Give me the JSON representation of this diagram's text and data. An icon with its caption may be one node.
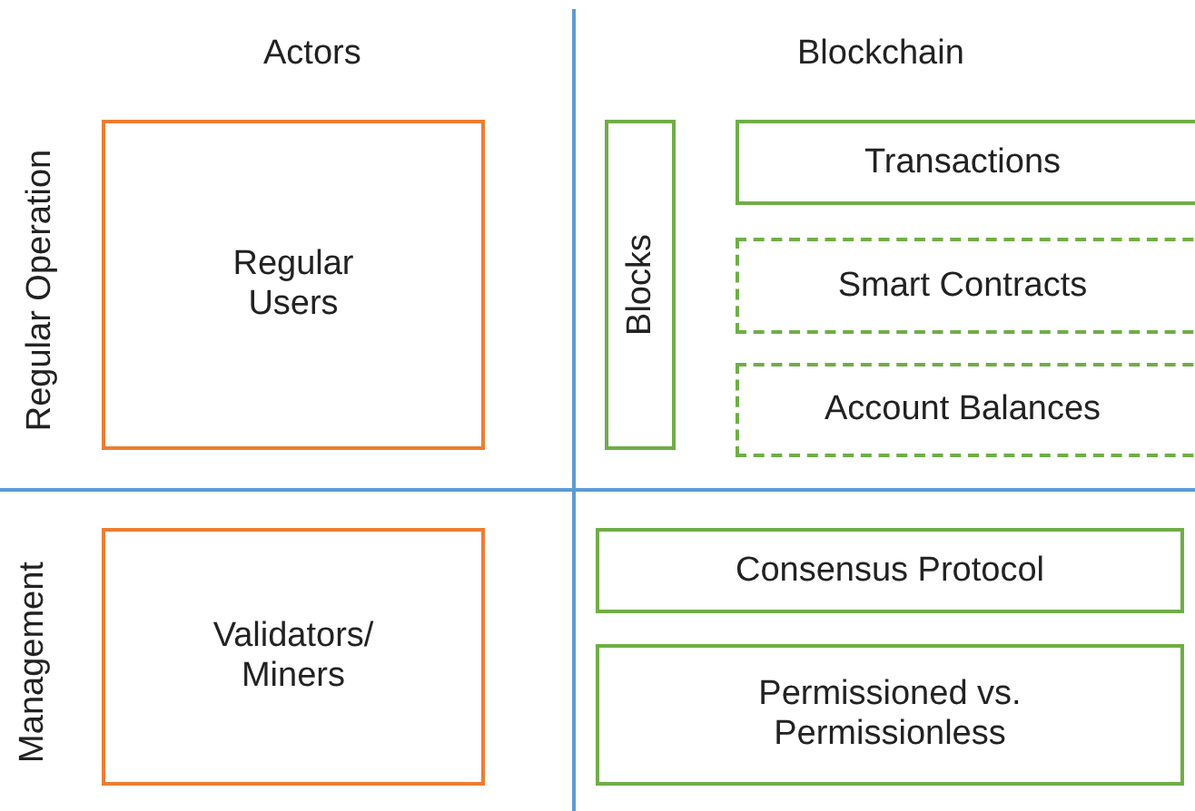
{
  "diagram": {
    "nodes": [
      {
        "text": [
          "Regular Users"
        ]
      },
      {
        "text": [
          "Blocks"
        ]
      },
      {
        "text": [
          "Transactions"
        ]
      },
      {
        "text": [
          "Smart Contracts"
        ]
      },
      {
        "text": [
          "Account Balances"
        ]
      },
      {
        "text": [
          "Validators/ Miners"
        ]
      },
      {
        "text": [
          "Consensus Protocol"
        ]
      },
      {
        "text": [
          "Permissioned vs. Permissionless"
        ]
      }
    ],
    "labels": [
      "Actors",
      "Blockchain",
      "Regular Operation",
      "Management"
    ]
  }
}
